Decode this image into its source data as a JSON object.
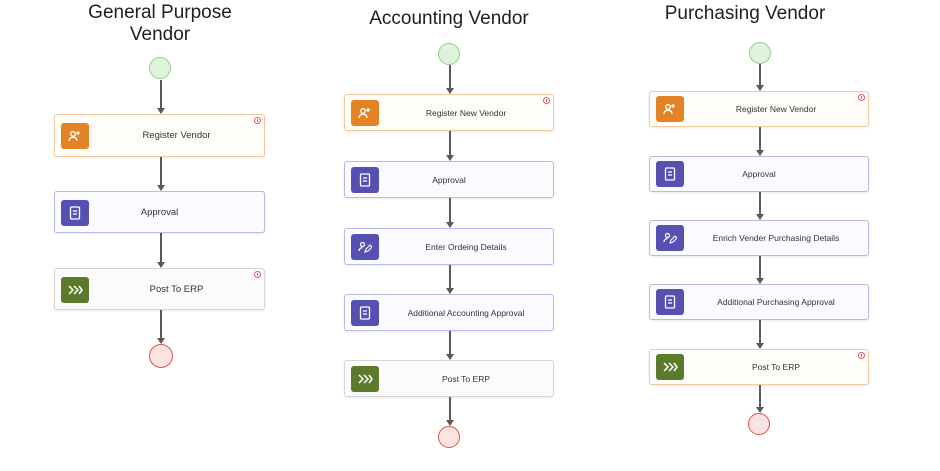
{
  "columns": [
    {
      "title_line1": "General Purpose",
      "title_line2": "Vendor",
      "tasks": [
        {
          "label": "Register Vendor",
          "icon": "user-plus-icon",
          "color": "#e48326",
          "marked": true
        },
        {
          "label": "Approval",
          "icon": "document-icon",
          "color": "#5650b3",
          "marked": false
        },
        {
          "label": "Post To ERP",
          "icon": "forward-icon",
          "color": "#5c7a2c",
          "marked": true
        }
      ]
    },
    {
      "title_line1": "Accounting Vendor",
      "tasks": [
        {
          "label": "Register New Vendor",
          "icon": "user-plus-icon",
          "color": "#e48326",
          "marked": true
        },
        {
          "label": "Approval",
          "icon": "document-icon",
          "color": "#5650b3",
          "marked": false
        },
        {
          "label": "Enter Ordeing Details",
          "icon": "edit-user-icon",
          "color": "#5650b3",
          "marked": false
        },
        {
          "label": "Additional Accounting Approval",
          "icon": "document-icon",
          "color": "#5650b3",
          "marked": false
        },
        {
          "label": "Post To ERP",
          "icon": "forward-icon",
          "color": "#5c7a2c",
          "marked": false
        }
      ]
    },
    {
      "title_line1": "Purchasing Vendor",
      "tasks": [
        {
          "label": "Register New Vendor",
          "icon": "user-plus-icon",
          "color": "#e48326",
          "marked": true
        },
        {
          "label": "Approval",
          "icon": "document-icon",
          "color": "#5650b3",
          "marked": false
        },
        {
          "label": "Enrich Vender Purchasing Details",
          "icon": "edit-user-icon",
          "color": "#5650b3",
          "marked": false
        },
        {
          "label": "Additional Purchasing Approval",
          "icon": "document-icon",
          "color": "#5650b3",
          "marked": false
        },
        {
          "label": "Post To ERP",
          "icon": "forward-icon",
          "color": "#5c7a2c",
          "marked": true
        }
      ]
    }
  ]
}
